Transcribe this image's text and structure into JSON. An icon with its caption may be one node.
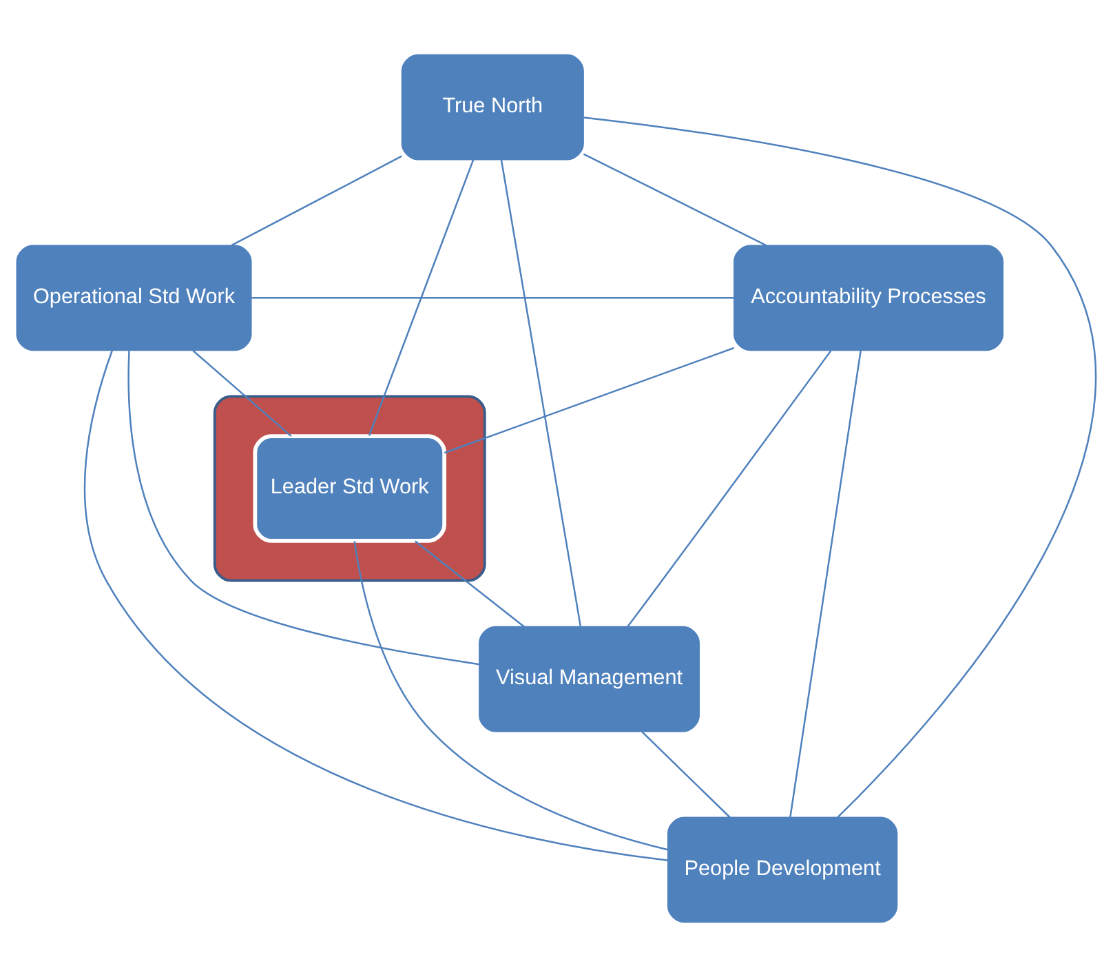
{
  "diagram": {
    "nodes": [
      {
        "text": [
          "True North"
        ]
      },
      {
        "text": [
          "Accountability Processes"
        ]
      },
      {
        "text": [
          "Operational Std Work"
        ]
      },
      {
        "text": [],
        "shape": "ellipse"
      },
      {
        "text": [
          "Leader Std Work"
        ],
        "in": 3
      },
      {
        "text": [
          "Visual Management"
        ]
      },
      {
        "text": [
          "People Development"
        ]
      }
    ],
    "edges": [
      {
        "from": 0,
        "to": 2,
        "arrow": "none"
      },
      {
        "from": 2,
        "to": 5,
        "arrow": "none"
      },
      {
        "from": 5,
        "to": 6,
        "arrow": "none"
      },
      {
        "from": 6,
        "to": 4,
        "arrow": "none"
      },
      {
        "from": 4,
        "to": 1,
        "arrow": "none"
      },
      {
        "from": 1,
        "to": 0,
        "arrow": "none"
      },
      {
        "from": 0,
        "to": 4,
        "arrow": "none"
      },
      {
        "from": 0,
        "to": 6,
        "arrow": "none"
      },
      {
        "from": 0,
        "to": 5,
        "arrow": "none"
      },
      {
        "from": 1,
        "to": 2,
        "arrow": "none"
      },
      {
        "from": 1,
        "to": 5,
        "arrow": "none"
      },
      {
        "from": 1,
        "to": 6,
        "arrow": "none"
      },
      {
        "from": 2,
        "to": 4,
        "arrow": "none"
      },
      {
        "from": 2,
        "to": 6,
        "arrow": "none"
      },
      {
        "from": 4,
        "to": 5,
        "arrow": "none"
      }
    ]
  }
}
